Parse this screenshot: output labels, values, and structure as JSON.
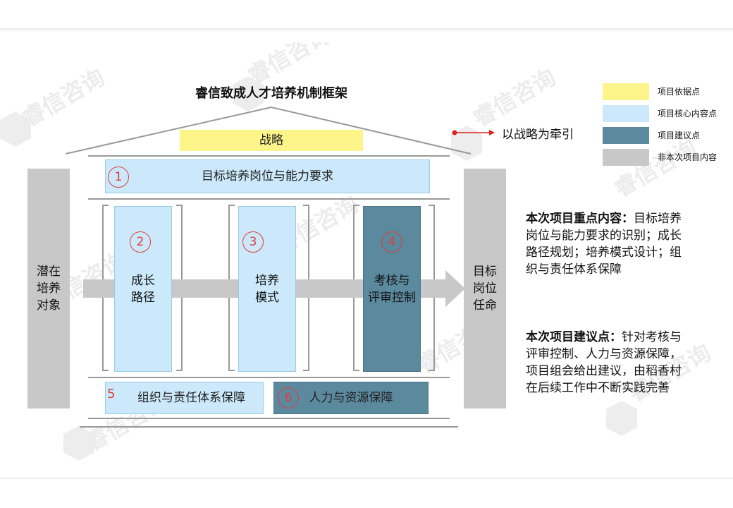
{
  "title": "睿信致成人才培养机制框架",
  "watermark": "睿信咨询",
  "roof": {
    "strategy": "战略"
  },
  "top_band": {
    "num": "1",
    "label": "目标培养岗位与能力要求"
  },
  "left_pillar": "潜在\n培养\n对象",
  "right_pillar": "目标\n岗位\n任命",
  "columns": [
    {
      "num": "2",
      "label": "成长\n路径"
    },
    {
      "num": "3",
      "label": "培养\n模式"
    },
    {
      "num": "4",
      "label": "考核与\n评审控制"
    }
  ],
  "bottom": [
    {
      "num": "5",
      "label": "组织与责任体系保障"
    },
    {
      "num": "6",
      "label": "人力与资源保障"
    }
  ],
  "annotation": "以战略为牵引",
  "legend": [
    {
      "label": "项目依据点",
      "color": "#fdf58a"
    },
    {
      "label": "项目核心内容点",
      "color": "#cce9fb"
    },
    {
      "label": "项目建议点",
      "color": "#5b899e"
    },
    {
      "label": "非本次项目内容",
      "color": "#c8c8c8"
    }
  ],
  "notes": {
    "focus_title": "本次项目重点内容：",
    "focus_body": "目标培养岗位与能力要求的识别；成长路径规划；培养模式设计；组织与责任体系保障",
    "suggest_title": "本次项目建议点：",
    "suggest_body": "针对考核与评审控制、人力与资源保障，项目组会给出建议，由稻香村在后续工作中不断实践完善"
  }
}
